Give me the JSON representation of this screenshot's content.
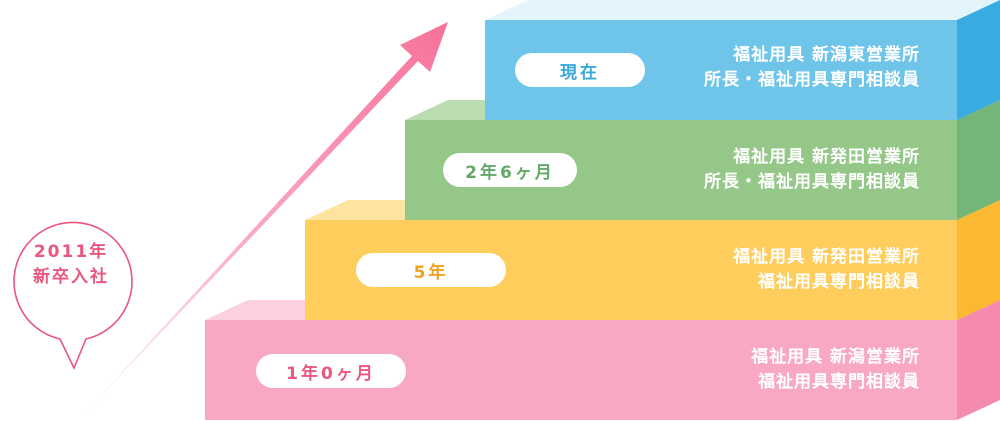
{
  "start": {
    "line1": "2011年",
    "line2": "新卒入社"
  },
  "steps": [
    {
      "period": "1年0ヶ月",
      "line1": "福祉用具 新潟営業所",
      "line2": "福祉用具専門相談員",
      "colors": {
        "front": "#f9a8c4",
        "top": "#fcd0de",
        "side": "#f48bad",
        "text": "#e9577f"
      }
    },
    {
      "period": "5年",
      "line1": "福祉用具 新発田営業所",
      "line2": "福祉用具専門相談員",
      "colors": {
        "front": "#fecd5c",
        "top": "#ffe3a0",
        "side": "#fbb931",
        "text": "#f0a21d"
      }
    },
    {
      "period": "2年6ヶ月",
      "line1": "福祉用具 新発田営業所",
      "line2": "所長・福祉用具専門相談員",
      "colors": {
        "front": "#95c789",
        "top": "#bcdcb1",
        "side": "#74b57a",
        "text": "#63a867"
      }
    },
    {
      "period": "現在",
      "line1": "福祉用具 新潟東営業所",
      "line2": "所長・福祉用具専門相談員",
      "colors": {
        "front": "#6ec5e9",
        "top": "#e3f4fb",
        "side": "#38ace0",
        "text": "#3aa8d8"
      }
    }
  ],
  "arrow_color": "#f7729a"
}
